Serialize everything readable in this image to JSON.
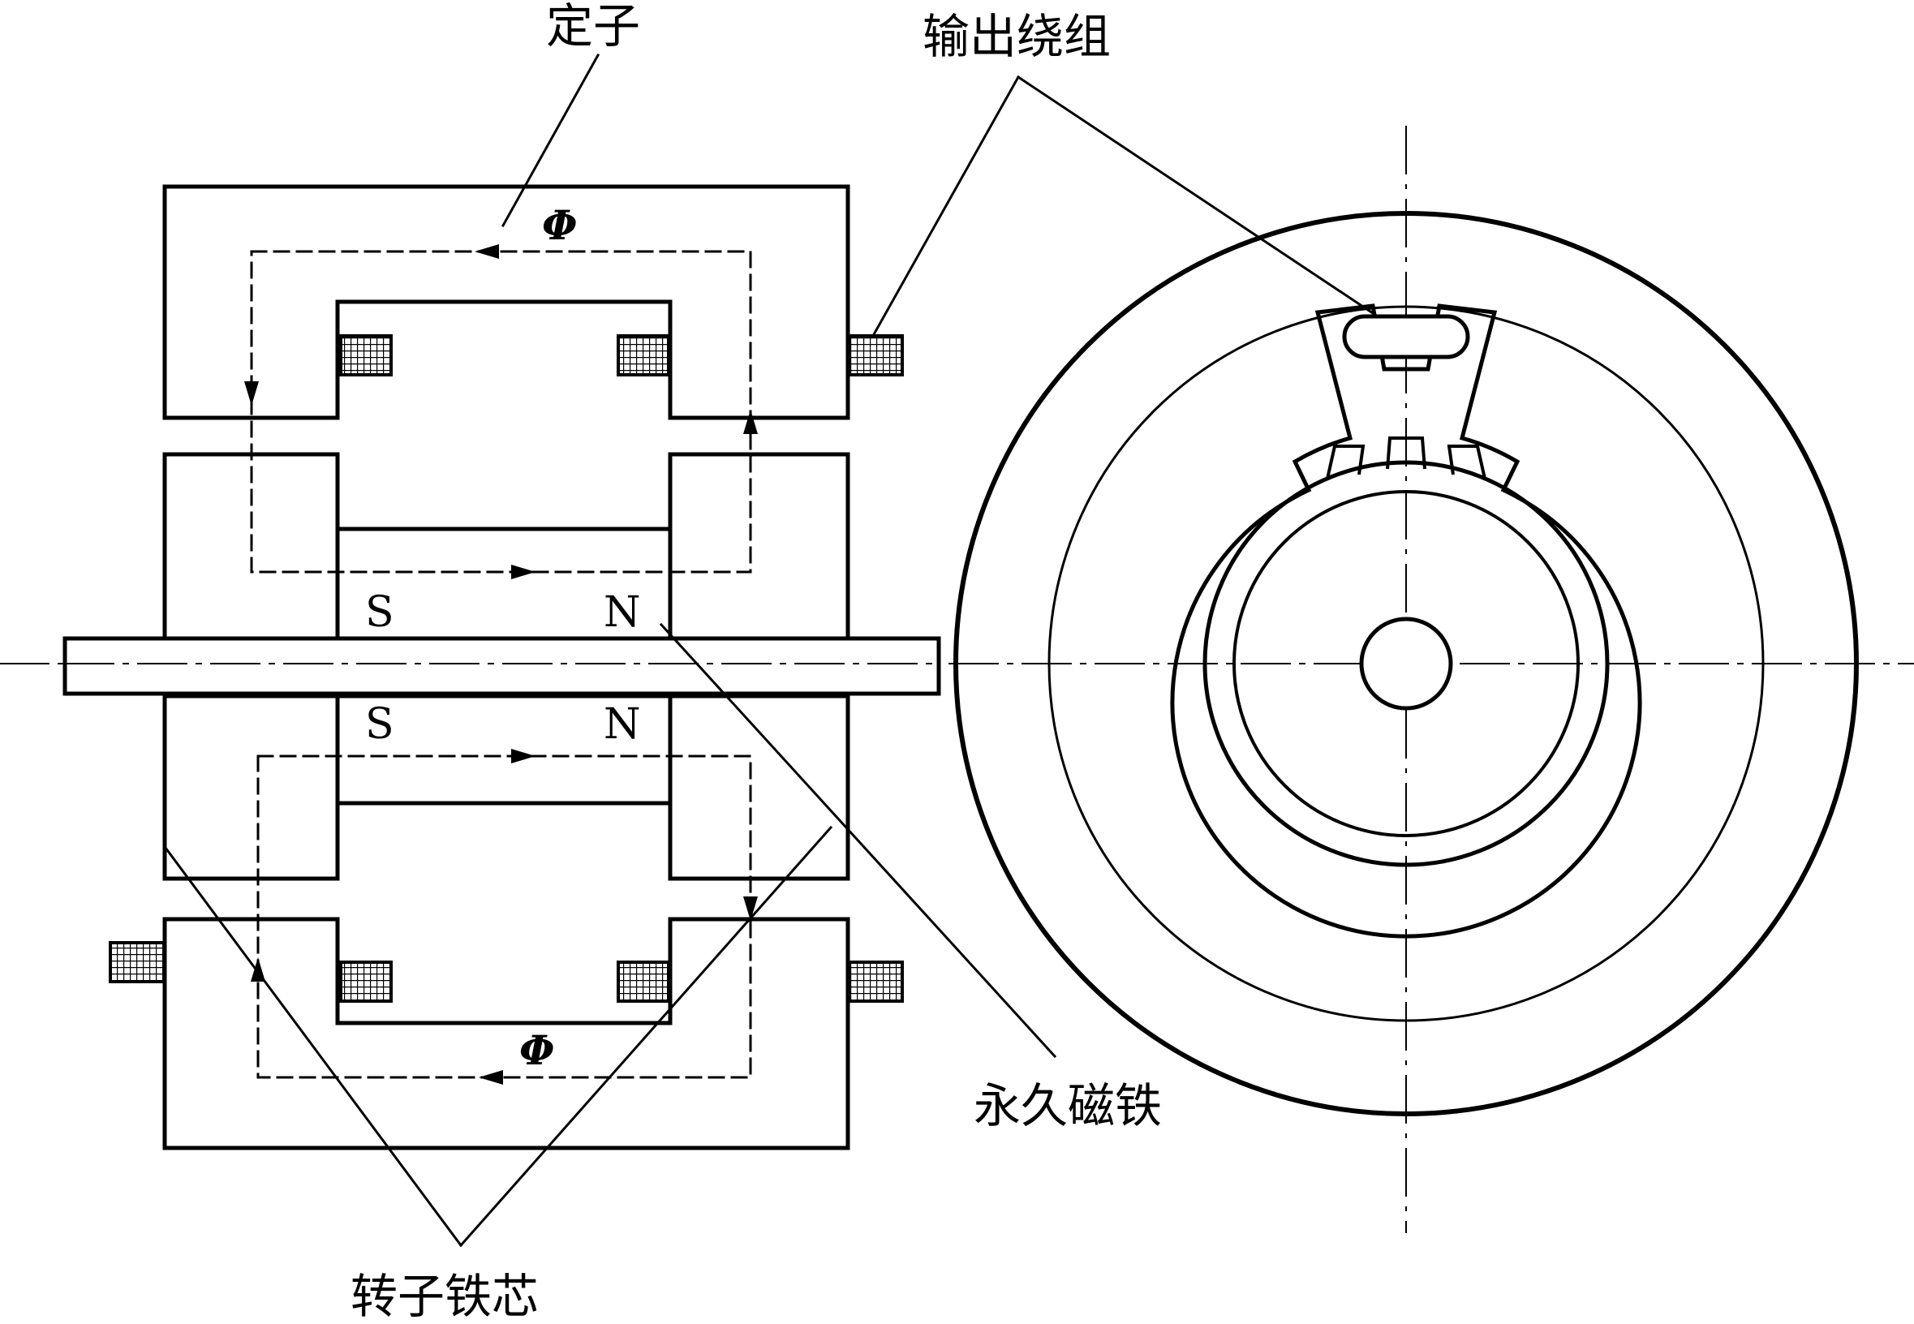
{
  "labels": {
    "stator": "定子",
    "output_winding": "输出绕组",
    "permanent_magnet": "永久磁铁",
    "rotor_core": "转子铁芯",
    "flux_top": "Φ",
    "flux_bottom": "Φ",
    "pole_s_upper": "S",
    "pole_n_upper": "N",
    "pole_s_lower": "S",
    "pole_n_lower": "N"
  },
  "colors": {
    "ink": "#000000",
    "background": "#ffffff"
  }
}
